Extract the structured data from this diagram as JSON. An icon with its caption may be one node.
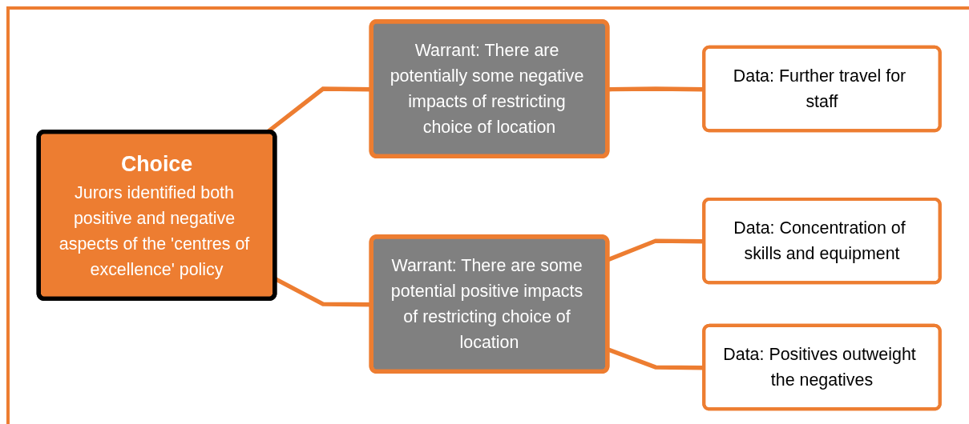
{
  "diagram": {
    "nodes": [
      {
        "text": [
          "Choice",
          "Jurors identified both positive and negative aspects of the 'centres of excellence' policy"
        ]
      },
      {
        "text": [
          "Warrant: There are potentially some negative impacts of restricting choice of location"
        ]
      },
      {
        "text": [
          "Data: Further travel for staff"
        ]
      },
      {
        "text": [
          "Warrant: There are some potential positive impacts of restricting choice of location"
        ]
      },
      {
        "text": [
          "Data: Concentration of skills and equipment"
        ]
      },
      {
        "text": [
          "Data: Positives outweight the negatives"
        ]
      }
    ],
    "edges": [
      {
        "from": 0,
        "to": 1,
        "arrow": "none"
      },
      {
        "from": 0,
        "to": 3,
        "arrow": "none"
      },
      {
        "from": 1,
        "to": 2,
        "arrow": "none"
      },
      {
        "from": 3,
        "to": 4,
        "arrow": "none"
      },
      {
        "from": 3,
        "to": 5,
        "arrow": "none"
      }
    ]
  }
}
